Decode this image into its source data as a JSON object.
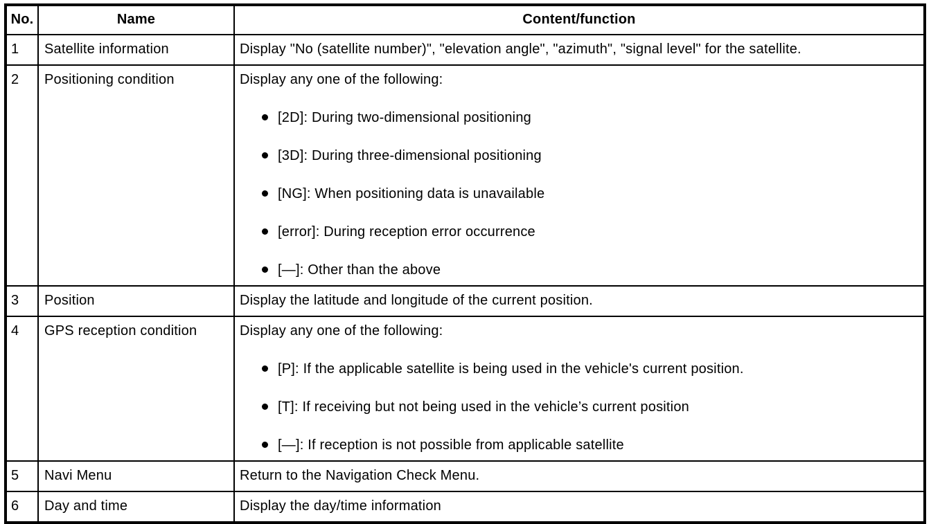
{
  "table": {
    "columns": [
      "No.",
      "Name",
      "Content/function"
    ],
    "rows": [
      {
        "no": "1",
        "name": "Satellite information",
        "content": {
          "intro": "Display \"No (satellite number)\", \"elevation angle\", \"azimuth\", \"signal level\" for the satellite.",
          "bullets": []
        }
      },
      {
        "no": "2",
        "name": "Positioning condition",
        "content": {
          "intro": "Display any one of the following:",
          "bullets": [
            "[2D]: During two-dimensional positioning",
            "[3D]: During three-dimensional positioning",
            "[NG]: When positioning data is unavailable",
            "[error]: During reception error occurrence",
            "[—]: Other than the above"
          ]
        }
      },
      {
        "no": "3",
        "name": "Position",
        "content": {
          "intro": "Display the latitude and longitude of the current position.",
          "bullets": []
        }
      },
      {
        "no": "4",
        "name": "GPS reception condition",
        "content": {
          "intro": "Display any one of the following:",
          "bullets": [
            "[P]: If the applicable satellite is being used in the vehicle's current position.",
            "[T]: If receiving but not being used in the vehicle’s current position",
            "[—]: If reception is not possible from applicable satellite"
          ]
        }
      },
      {
        "no": "5",
        "name": "Navi Menu",
        "content": {
          "intro": "Return to the Navigation Check Menu.",
          "bullets": []
        }
      },
      {
        "no": "6",
        "name": "Day and time",
        "content": {
          "intro": "Display the day/time information",
          "bullets": []
        }
      }
    ]
  },
  "colors": {
    "border": "#000000",
    "background": "#ffffff",
    "text": "#000000"
  }
}
